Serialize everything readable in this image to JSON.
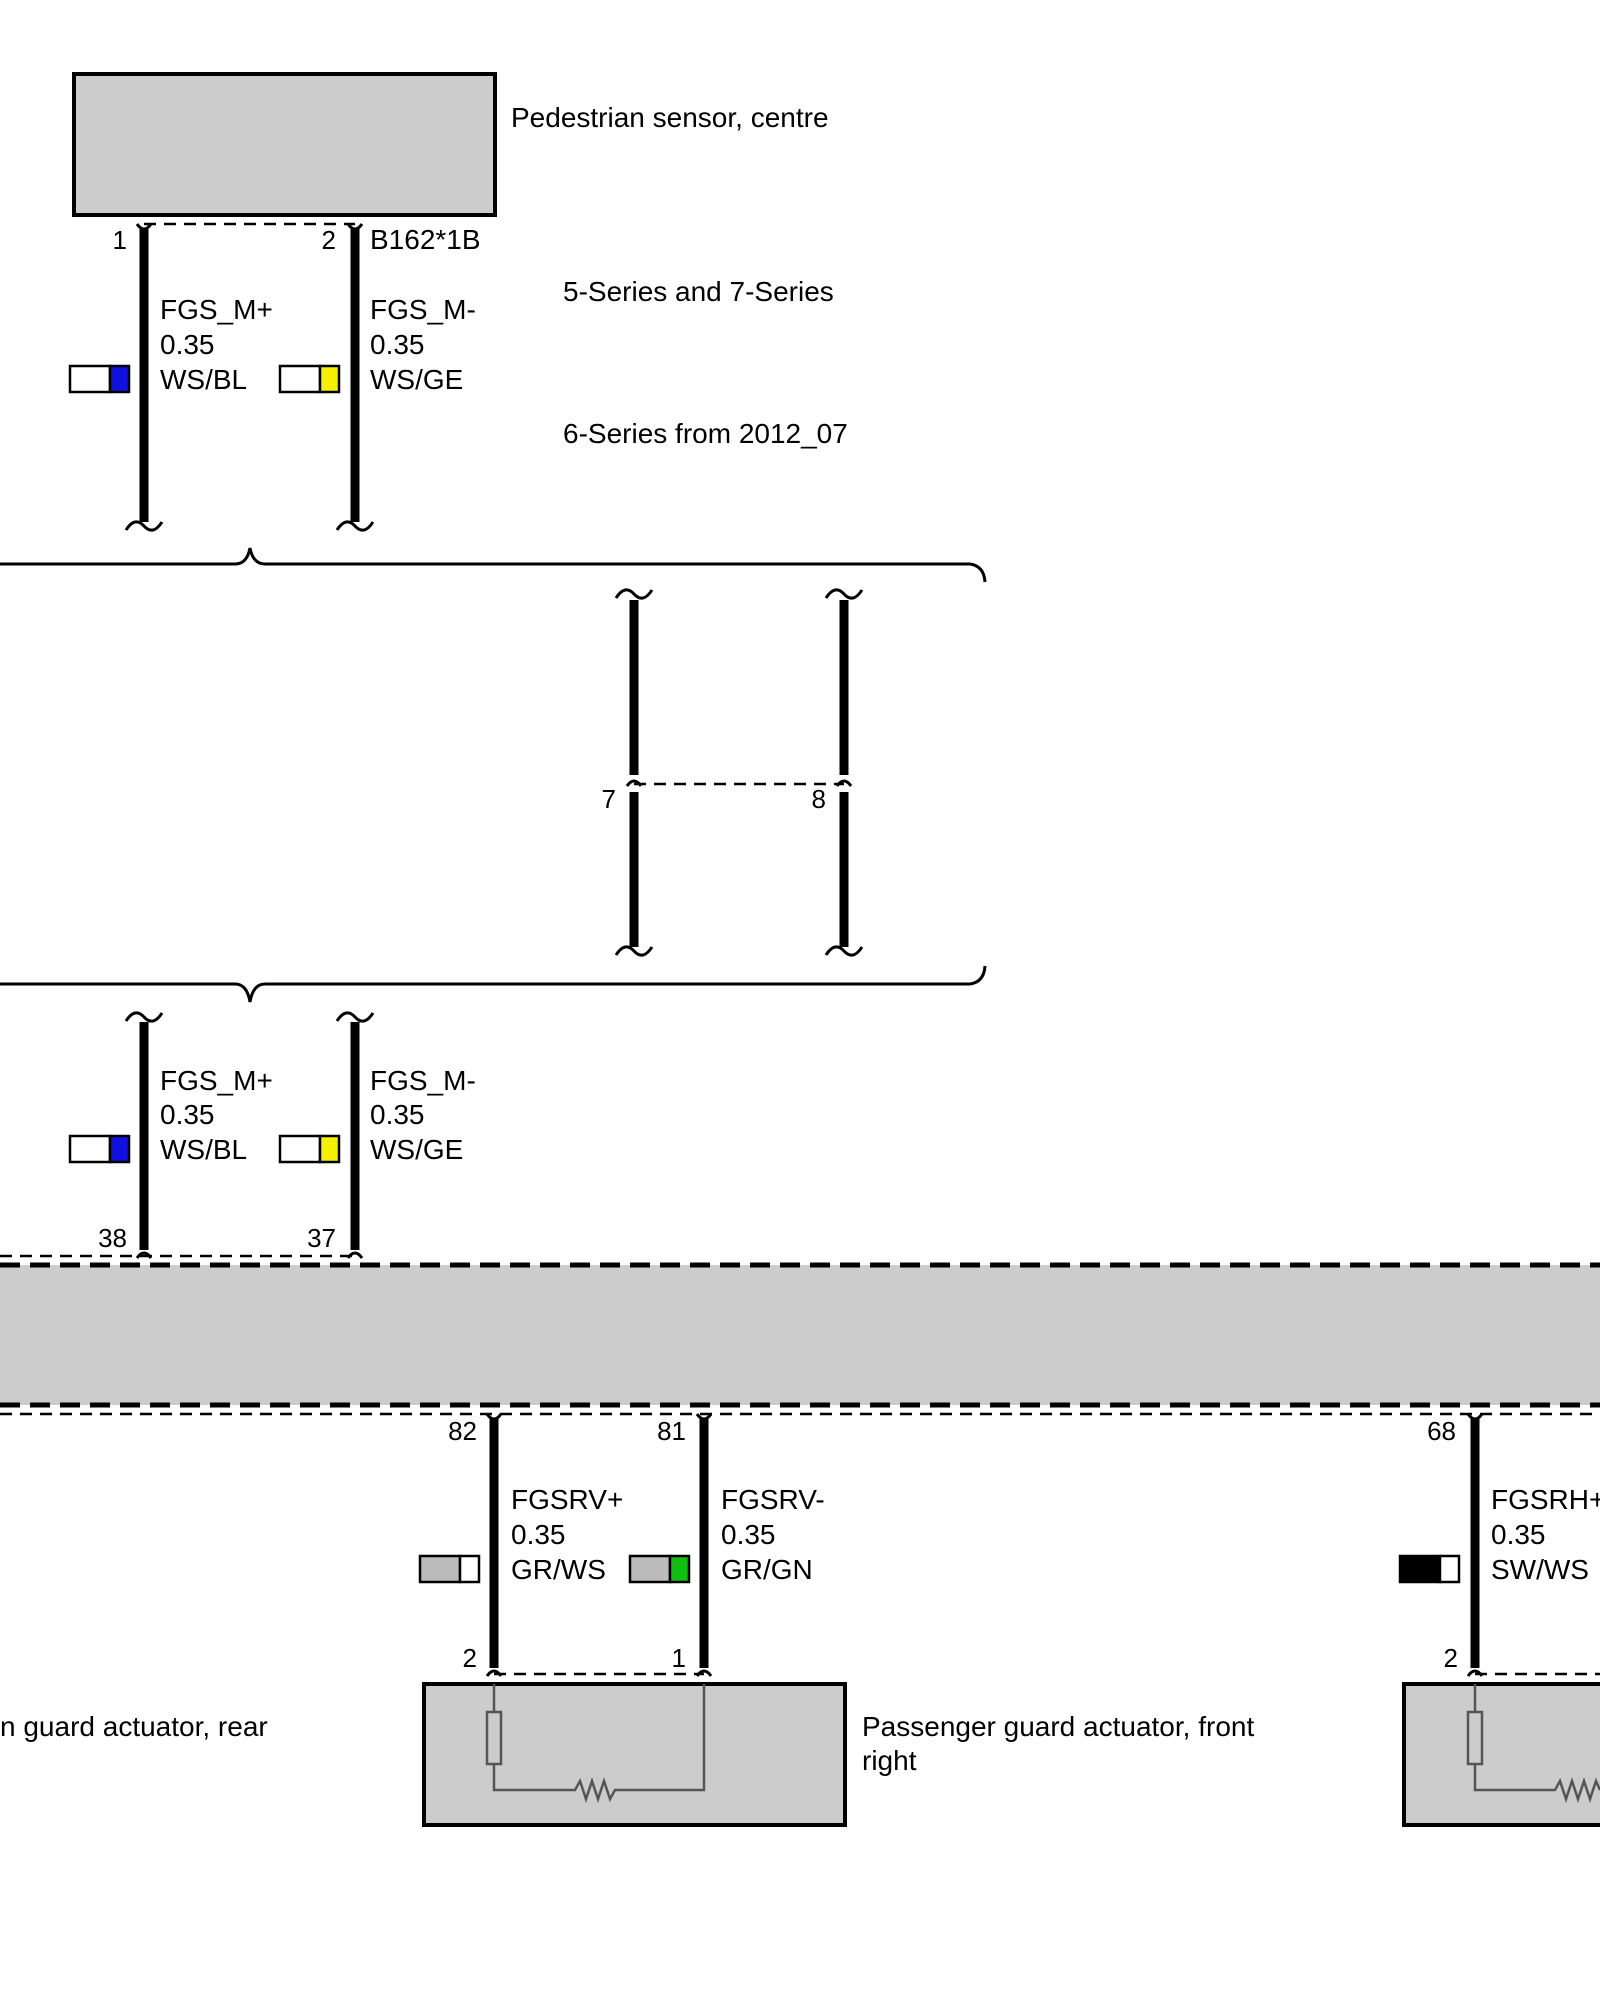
{
  "colors": {
    "component_fill": "#cccccc",
    "wire": "#000000",
    "white": "#ffffff",
    "blue": "#1010e0",
    "yellow": "#f5f000",
    "grey": "#bbbbbb",
    "green": "#10c010",
    "black": "#000000"
  },
  "components": {
    "pedestrian_sensor": {
      "label": "Pedestrian sensor, centre",
      "connector": "B162*1B",
      "pins": [
        "1",
        "2"
      ]
    },
    "actuator_rear": {
      "label": "n guard actuator, rear"
    },
    "actuator_front_right": {
      "label_line1": "Passenger guard actuator, front",
      "label_line2": "right",
      "pins": [
        "2",
        "1"
      ]
    },
    "actuator_right": {
      "pin": "2"
    }
  },
  "variants": {
    "series_5_7": "5-Series and 7-Series",
    "series_6": "6-Series from 2012_07"
  },
  "splice_pins": [
    "7",
    "8"
  ],
  "control_unit_pins": [
    "38",
    "37",
    "82",
    "81",
    "68"
  ],
  "wires": {
    "top_left": {
      "signal": "FGS_M+",
      "gauge": "0.35",
      "color_code": "WS/BL"
    },
    "top_right": {
      "signal": "FGS_M-",
      "gauge": "0.35",
      "color_code": "WS/GE"
    },
    "mid_left": {
      "signal": "FGS_M+",
      "gauge": "0.35",
      "color_code": "WS/BL"
    },
    "mid_right": {
      "signal": "FGS_M-",
      "gauge": "0.35",
      "color_code": "WS/GE"
    },
    "fgsrv_plus": {
      "signal": "FGSRV+",
      "gauge": "0.35",
      "color_code": "GR/WS"
    },
    "fgsrv_minus": {
      "signal": "FGSRV-",
      "gauge": "0.35",
      "color_code": "GR/GN"
    },
    "fgsrh_plus": {
      "signal": "FGSRH+",
      "gauge": "0.35",
      "color_code": "SW/WS"
    }
  }
}
